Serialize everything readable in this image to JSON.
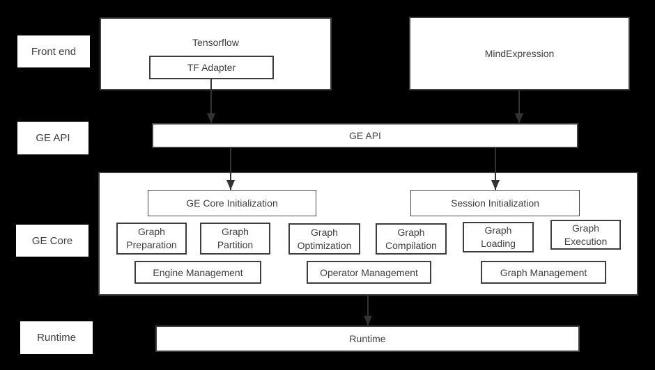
{
  "colors": {
    "background": "#000000",
    "box_fill": "#ffffff",
    "box_border": "#3d3d3d",
    "inner_border": "#4a4a4a",
    "text": "#3f3f3f",
    "arrow": "#333333"
  },
  "side_labels": {
    "front_end": "Front end",
    "ge_api": "GE API",
    "ge_core": "GE Core",
    "runtime": "Runtime"
  },
  "front_end": {
    "tensorflow_label": "Tensorflow",
    "tf_adapter_label": "TF Adapter",
    "mindexpression_label": "MindExpression"
  },
  "ge_api": {
    "label": "GE API"
  },
  "ge_core": {
    "ge_core_init": "GE Core Initialization",
    "session_init": "Session Initialization",
    "stages": [
      "Graph Preparation",
      "Graph Partition",
      "Graph Optimization",
      "Graph Compilation",
      "Graph Loading",
      "Graph Execution"
    ],
    "management": [
      "Engine Management",
      "Operator Management",
      "Graph Management"
    ]
  },
  "runtime": {
    "label": "Runtime"
  }
}
